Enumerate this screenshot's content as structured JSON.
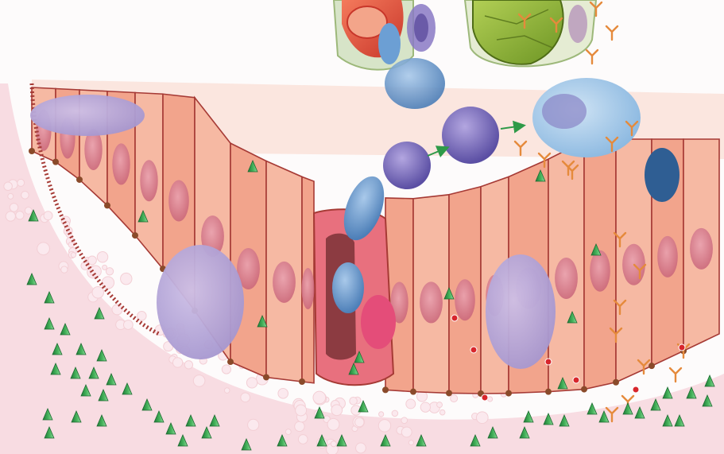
{
  "illustration": {
    "subject": "epithelium-cross-section",
    "palette": {
      "background": "#fdfbfb",
      "lumen_band": "#fbe3dc",
      "cell_fill": "#f2a48c",
      "cell_fill_light": "#f6b9a3",
      "cell_border": "#a63a35",
      "nucleus": "#d97a8c",
      "goblet_mucus": "#b9a7d8",
      "mucus_bubbles": "#f3cfd5",
      "immune_cell": "#6f9ccf",
      "dendritic_cell": "#8a79c4",
      "macrophage": "#9fc6e8",
      "antigen_green": "#3a9a4f",
      "antibody_orange": "#e58a3c",
      "red_particle": "#d8262c",
      "vessel_red": "#e8503a",
      "vessel_green": "#8fb43a",
      "arrow_green": "#2e9a48"
    },
    "elements": [
      "blood-vessel",
      "lymphatic-vessel",
      "epithelial-cell",
      "goblet-cell",
      "dendritic-cell",
      "macrophage",
      "m-cell",
      "antigen",
      "antibody",
      "mucus-layer"
    ]
  }
}
